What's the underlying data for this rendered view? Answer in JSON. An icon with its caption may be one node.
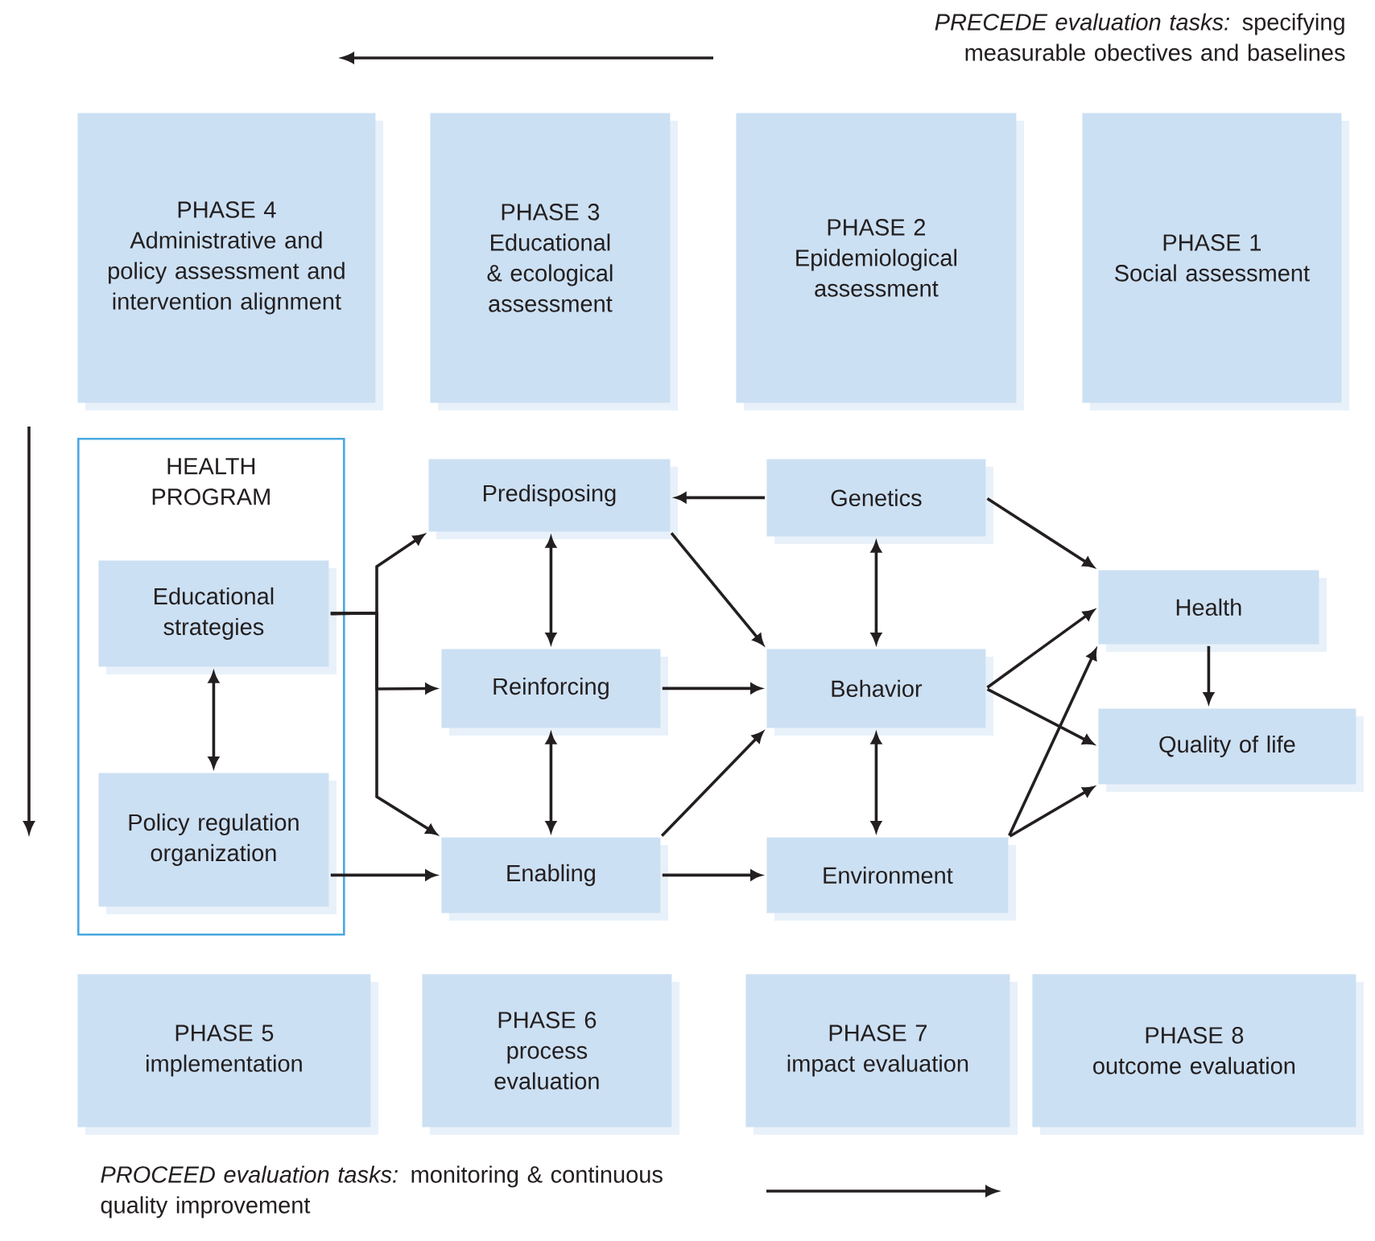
{
  "diagram": {
    "nodes": [
      {
        "text": [
          "PHASE 4",
          "Administrative and policy assessment and intervention alignment"
        ]
      },
      {
        "text": [
          "PHASE 3",
          "Educational & ecological assessment"
        ]
      },
      {
        "text": [
          "PHASE 2",
          "Epidemiological assessment"
        ]
      },
      {
        "text": [
          "PHASE 1",
          "Social assessment"
        ]
      },
      {
        "text": [
          "HEALTH PROGRAM"
        ]
      },
      {
        "text": [
          "Educational strategies"
        ],
        "in": 4
      },
      {
        "text": [
          "Policy regulation organization"
        ],
        "in": 4
      },
      {
        "text": [
          "Predisposing"
        ]
      },
      {
        "text": [
          "Genetics"
        ]
      },
      {
        "text": [
          "Health"
        ]
      },
      {
        "text": [
          "Reinforcing"
        ]
      },
      {
        "text": [
          "Behavior"
        ]
      },
      {
        "text": [
          "Quality of life"
        ]
      },
      {
        "text": [
          "Enabling"
        ]
      },
      {
        "text": [
          "Environment"
        ]
      },
      {
        "text": [
          "PHASE 5",
          "implementation"
        ]
      },
      {
        "text": [
          "PHASE 6",
          "process evaluation"
        ]
      },
      {
        "text": [
          "PHASE 7",
          "impact evaluation"
        ]
      },
      {
        "text": [
          "PHASE 8",
          "outcome evaluation"
        ]
      }
    ],
    "edges": [
      {
        "from": 5,
        "to": 7,
        "arrow": "to"
      },
      {
        "from": 5,
        "to": 10,
        "arrow": "to"
      },
      {
        "from": 5,
        "to": 13,
        "arrow": "to"
      },
      {
        "from": 5,
        "to": 6,
        "arrow": "both"
      },
      {
        "from": 6,
        "to": 13,
        "arrow": "to"
      },
      {
        "from": 8,
        "to": 7,
        "arrow": "to"
      },
      {
        "from": 7,
        "to": 10,
        "arrow": "both"
      },
      {
        "from": 10,
        "to": 13,
        "arrow": "both"
      },
      {
        "from": 7,
        "to": 11,
        "arrow": "to"
      },
      {
        "from": 10,
        "to": 11,
        "arrow": "to"
      },
      {
        "from": 13,
        "to": 11,
        "arrow": "to"
      },
      {
        "from": 13,
        "to": 14,
        "arrow": "to"
      },
      {
        "from": 8,
        "to": 11,
        "arrow": "both"
      },
      {
        "from": 11,
        "to": 14,
        "arrow": "both"
      },
      {
        "from": 8,
        "to": 9,
        "arrow": "to"
      },
      {
        "from": 11,
        "to": 9,
        "arrow": "to"
      },
      {
        "from": 11,
        "to": 12,
        "arrow": "to"
      },
      {
        "from": 14,
        "to": 9,
        "arrow": "to"
      },
      {
        "from": 14,
        "to": 12,
        "arrow": "to"
      },
      {
        "from": 9,
        "to": 12,
        "arrow": "to"
      }
    ],
    "labels": [
      "*PRECEDE evaluation tasks:* specifying measurable obectives and baselines",
      "*PROCEED evaluation tasks:* monitoring & continuous quality improvement"
    ]
  }
}
